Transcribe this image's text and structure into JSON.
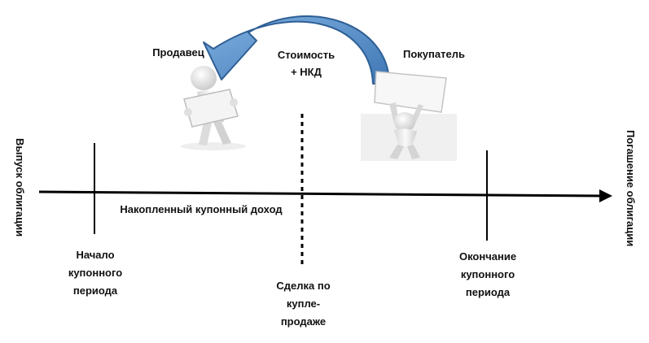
{
  "labels": {
    "seller": "Продавец",
    "price_line1": "Стоимость",
    "price_line2": "+ НКД",
    "buyer": "Покупатель",
    "accrued": "Накопленный купонный доход",
    "issue": "Выпуск облигации",
    "redemption": "Погашение облигации",
    "coupon_start": "Начало\nкупонного\nпериода",
    "deal": "Сделка по\nкупле-\nпродаже",
    "coupon_end": "Окончание\nкупонного\nпериода"
  },
  "colors": {
    "arrow_fill": "#4a86c5",
    "arrow_stroke": "#2f5f95",
    "timeline": "#000000",
    "figure": "#e8e8e8"
  }
}
